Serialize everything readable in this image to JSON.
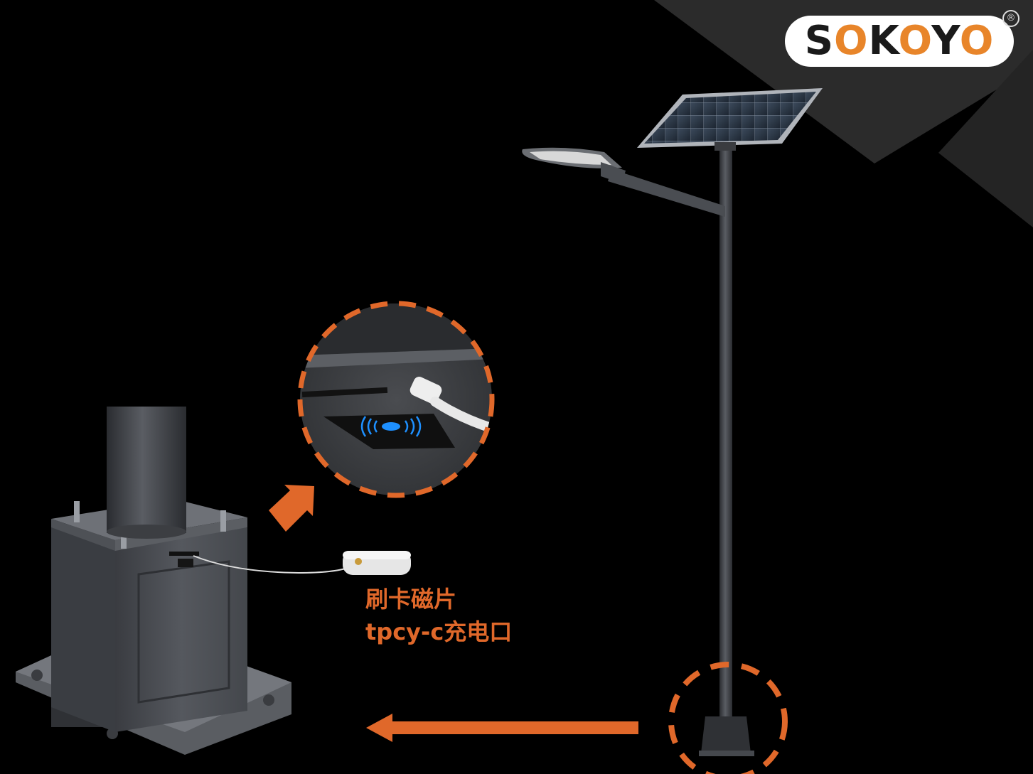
{
  "brand": {
    "logo_parts": [
      "S",
      "O",
      "K",
      "O",
      "Y",
      "O"
    ],
    "registered_mark": "®",
    "text_color": "#1a1a1a",
    "accent_color": "#e8852a"
  },
  "labels": {
    "card_magnet": "刷卡磁片",
    "charging_port": "tpcy-c充电口"
  },
  "icons": [
    "solar-panel-icon",
    "street-lamp-icon",
    "nfc-icon",
    "usb-c-cable-icon",
    "power-bank-icon"
  ],
  "colors": {
    "background": "#000000",
    "accent": "#e0682a",
    "nfc_glow": "#1e90ff",
    "pole": "#3a3c40"
  }
}
